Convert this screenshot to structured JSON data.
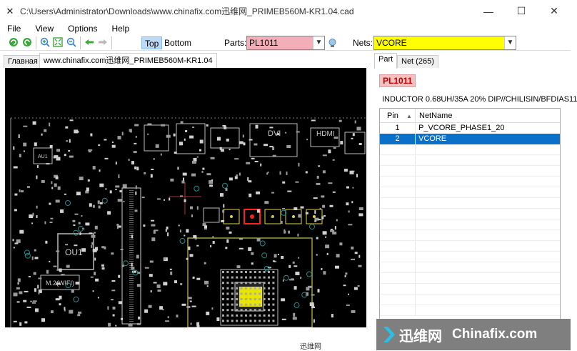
{
  "window": {
    "title": "C:\\Users\\Administrator\\Downloads\\www.chinafix.com迅维网_PRIMEB560M-KR1.04.cad",
    "minimize": "—",
    "maximize": "☐",
    "close": "✕"
  },
  "menu": [
    "File",
    "View",
    "Options",
    "Help"
  ],
  "toolbar": {
    "top_label": "Top",
    "bottom_label": "Bottom",
    "parts_label": "Parts:",
    "parts_value": "PL1011",
    "nets_label": "Nets:",
    "nets_value": "VCORE",
    "colors": {
      "parts_bg": "#f4aeb8",
      "nets_bg": "#ffff00",
      "active_btn": "#bcd9f5"
    }
  },
  "left_tabs": [
    "Главная",
    "www.chinafix.com迅维网_PRIMEB560M-KR1.04"
  ],
  "pcb": {
    "labels": [
      "AU1",
      "DVI",
      "HDMI",
      "OU1",
      "M.2(WIFI)"
    ]
  },
  "right_tabs": [
    "Part",
    "Net (265)"
  ],
  "part": {
    "name": "PL1011",
    "description": "INDUCTOR 0.68UH/35A 20% DIP//CHILISIN/BFDIAS11"
  },
  "pin_table": {
    "headers": [
      "Pin",
      "NetName"
    ],
    "rows": [
      {
        "pin": "1",
        "net": "P_VCORE_PHASE1_20",
        "selected": false
      },
      {
        "pin": "2",
        "net": "VCORE",
        "selected": true
      }
    ]
  },
  "watermark": {
    "cn": "迅维网",
    "en": "Chinafix.com"
  },
  "footer_text": "迅维网"
}
